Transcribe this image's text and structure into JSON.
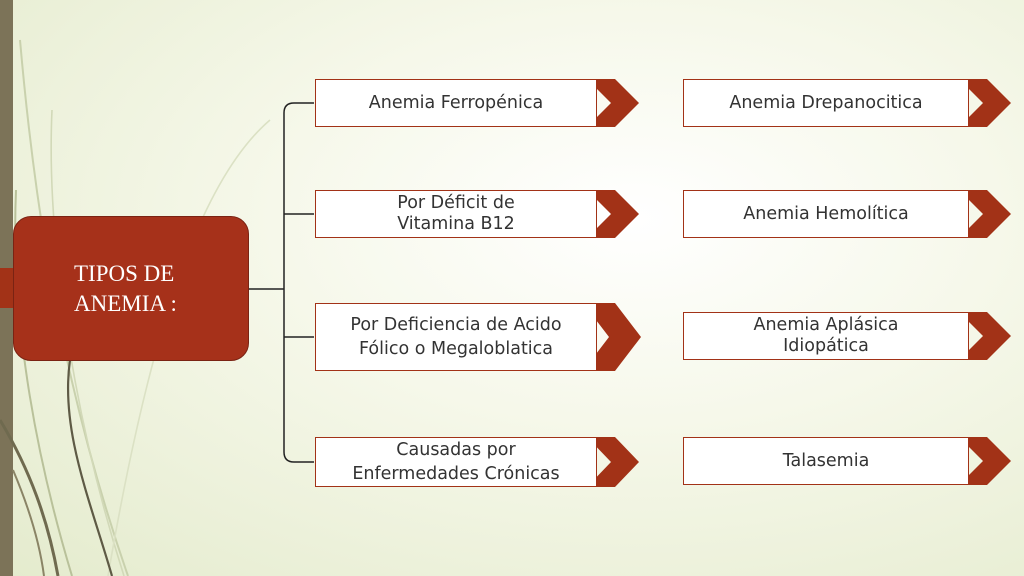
{
  "root": {
    "label_line1": "TIPOS DE",
    "label_line2": "ANEMIA :"
  },
  "left_column": [
    {
      "line1": "Anemia Ferropénica",
      "line2": ""
    },
    {
      "line1": "Por Déficit de",
      "line2": "Vitamina B12"
    },
    {
      "line1": "Por Deficiencia de Acido",
      "line2": "Fólico o Megaloblatica"
    },
    {
      "line1": "Causadas por",
      "line2": "Enfermedades Crónicas"
    }
  ],
  "right_column": [
    {
      "line1": "Anemia Drepanocitica",
      "line2": ""
    },
    {
      "line1": "Anemia Hemolítica",
      "line2": ""
    },
    {
      "line1": "Anemia Aplásica",
      "line2": "Idiopática"
    },
    {
      "line1": "Talasemia",
      "line2": ""
    }
  ],
  "colors": {
    "accent": "#a6311a",
    "sidebar": "#7c7358",
    "box_border": "#a23217",
    "text": "#333333"
  }
}
